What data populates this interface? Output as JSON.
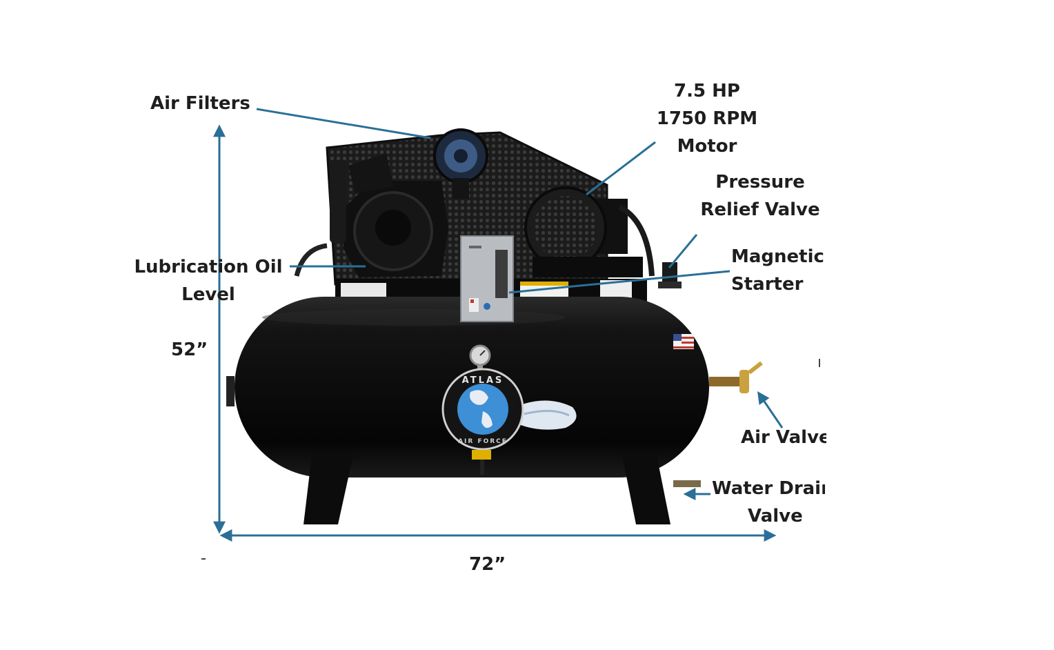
{
  "diagram": {
    "labels": {
      "air_filters": "Air Filters",
      "motor": [
        "7.5 HP",
        "1750 RPM",
        "Motor"
      ],
      "pressure_relief_valve": [
        "Pressure",
        "Relief Valve"
      ],
      "magnetic_starter": [
        "Magnetic",
        "Starter"
      ],
      "lubrication_oil_level": [
        "Lubrication Oil",
        "Level"
      ],
      "height_dimension": "52”",
      "width_dimension": "72”",
      "air_valve": "Air Valve",
      "water_drain_valve": [
        "Water Drain",
        "Valve"
      ]
    },
    "product_logo": {
      "text_top": "ATLAS",
      "text_bottom": "AIR FORCE"
    },
    "colors": {
      "leader_line": "#2a6f97",
      "tank": "#0c0c0c",
      "text": "#1e1e1e",
      "globe": "#3d8fd6",
      "starter_box": "#b9bdc1"
    }
  }
}
